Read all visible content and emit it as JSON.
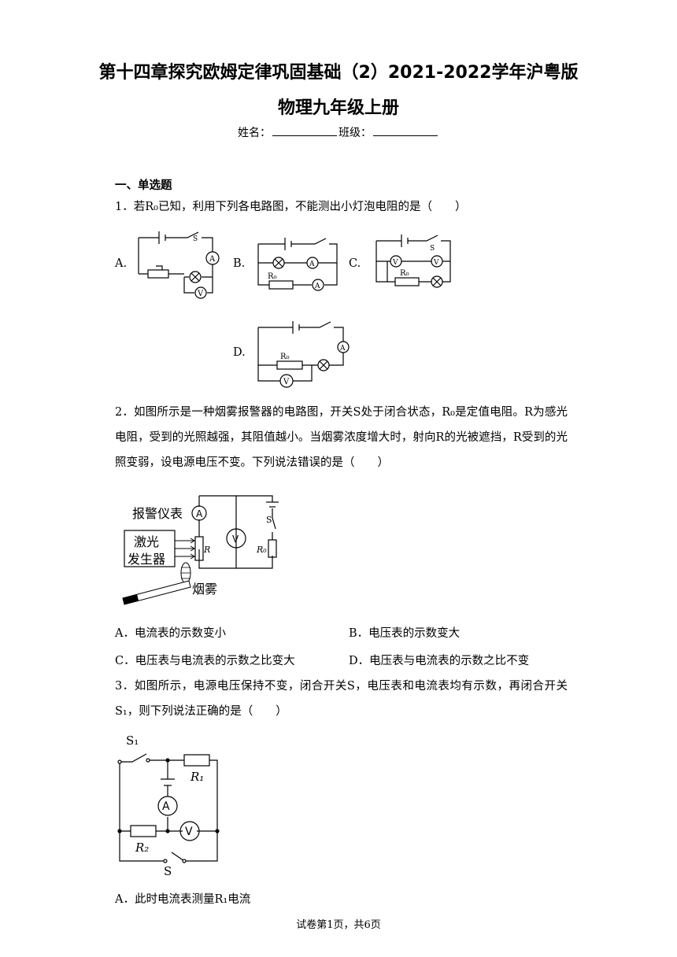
{
  "header": {
    "title_line1": "第十四章探究欧姆定律巩固基础（2）2021-2022学年沪粤版",
    "title_line2": "物理九年级上册",
    "name_label": "姓名：",
    "class_label": "班级："
  },
  "section": {
    "heading": "一、单选题"
  },
  "q1": {
    "stem": "1．若R₀已知，利用下列各电路图，不能测出小灯泡电阻的是（　　）",
    "options": [
      "A.",
      "B.",
      "C.",
      "D."
    ],
    "labels": {
      "s": "S",
      "r0": "R₀",
      "a": "A",
      "v": "V"
    }
  },
  "q2": {
    "stem": "2．如图所示是一种烟雾报警器的电路图，开关S处于闭合状态，R₀是定值电阻。R为感光电阻，受到的光照越强，其阻值越小。当烟雾浓度增大时，射向R的光被遮挡，R受到的光照变弱，设电源电压不变。下列说法错误的是（　　）",
    "figure": {
      "meter": "报警仪表",
      "laser_1": "激光",
      "laser_2": "发生器",
      "smoke": "烟雾",
      "r": "R",
      "r0": "R₀",
      "s": "S",
      "a": "A",
      "v": "V"
    },
    "option_a": "A．电流表的示数变小",
    "option_b": "B．电压表的示数变大",
    "option_c": "C．电压表与电流表的示数之比变大",
    "option_d": "D．电压表与电流表的示数之比不变"
  },
  "q3": {
    "stem": "3．如图所示，电源电压保持不变，闭合开关S，电压表和电流表均有示数，再闭合开关S₁，则下列说法正确的是（　　）",
    "figure": {
      "s1": "S₁",
      "s": "S",
      "r1": "R₁",
      "r2": "R₂",
      "a": "A",
      "v": "V"
    },
    "option_a": "A．此时电流表测量R₁电流"
  },
  "footer": {
    "page": "试卷第1页，共6页"
  }
}
